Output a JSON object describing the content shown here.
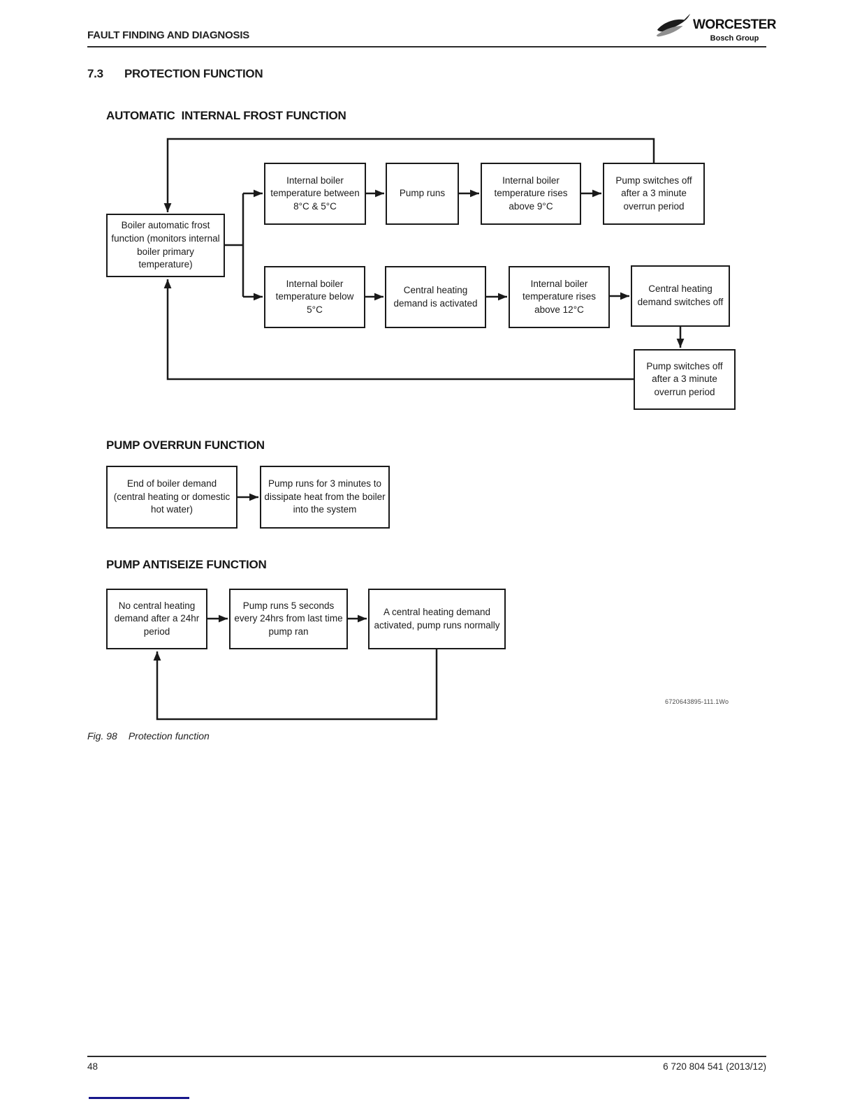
{
  "header": {
    "title": "FAULT FINDING AND DIAGNOSIS",
    "logo": {
      "brand": "WORCESTER",
      "group": "Bosch Group"
    }
  },
  "section": {
    "number": "7.3",
    "title": "PROTECTION FUNCTION"
  },
  "frost": {
    "heading": "AUTOMATIC  INTERNAL FROST FUNCTION",
    "main": "Boiler automatic frost function (monitors internal boiler primary temperature)",
    "top": [
      "Internal boiler temperature between 8°C & 5°C",
      "Pump runs",
      "Internal boiler temperature rises above 9°C",
      "Pump switches off after a 3 minute overrun period"
    ],
    "bottom": [
      "Internal boiler temperature below 5°C",
      "Central heating demand is activated",
      "Internal boiler temperature rises above 12°C",
      "Central heating demand switches off",
      "Pump switches off after a 3 minute overrun period"
    ]
  },
  "overrun": {
    "heading": "PUMP OVERRUN FUNCTION",
    "boxes": [
      "End of boiler demand (central heating or domestic hot water)",
      "Pump runs for 3 minutes to dissipate heat from the boiler into the system"
    ]
  },
  "antiseize": {
    "heading": "PUMP ANTISEIZE FUNCTION",
    "boxes": [
      "No central heating demand after a 24hr period",
      "Pump runs 5 seconds every 24hrs from last time pump ran",
      "A central heating demand activated, pump runs normally"
    ]
  },
  "figure": {
    "code": "6720643895-111.1Wo",
    "label": "Fig. 98",
    "caption": "Protection function"
  },
  "footer": {
    "page_number": "48",
    "document_number": "6 720 804 541 (2013/12)"
  },
  "colors": {
    "ink": "#1a1a1a",
    "accent_bar": "#17178b"
  }
}
